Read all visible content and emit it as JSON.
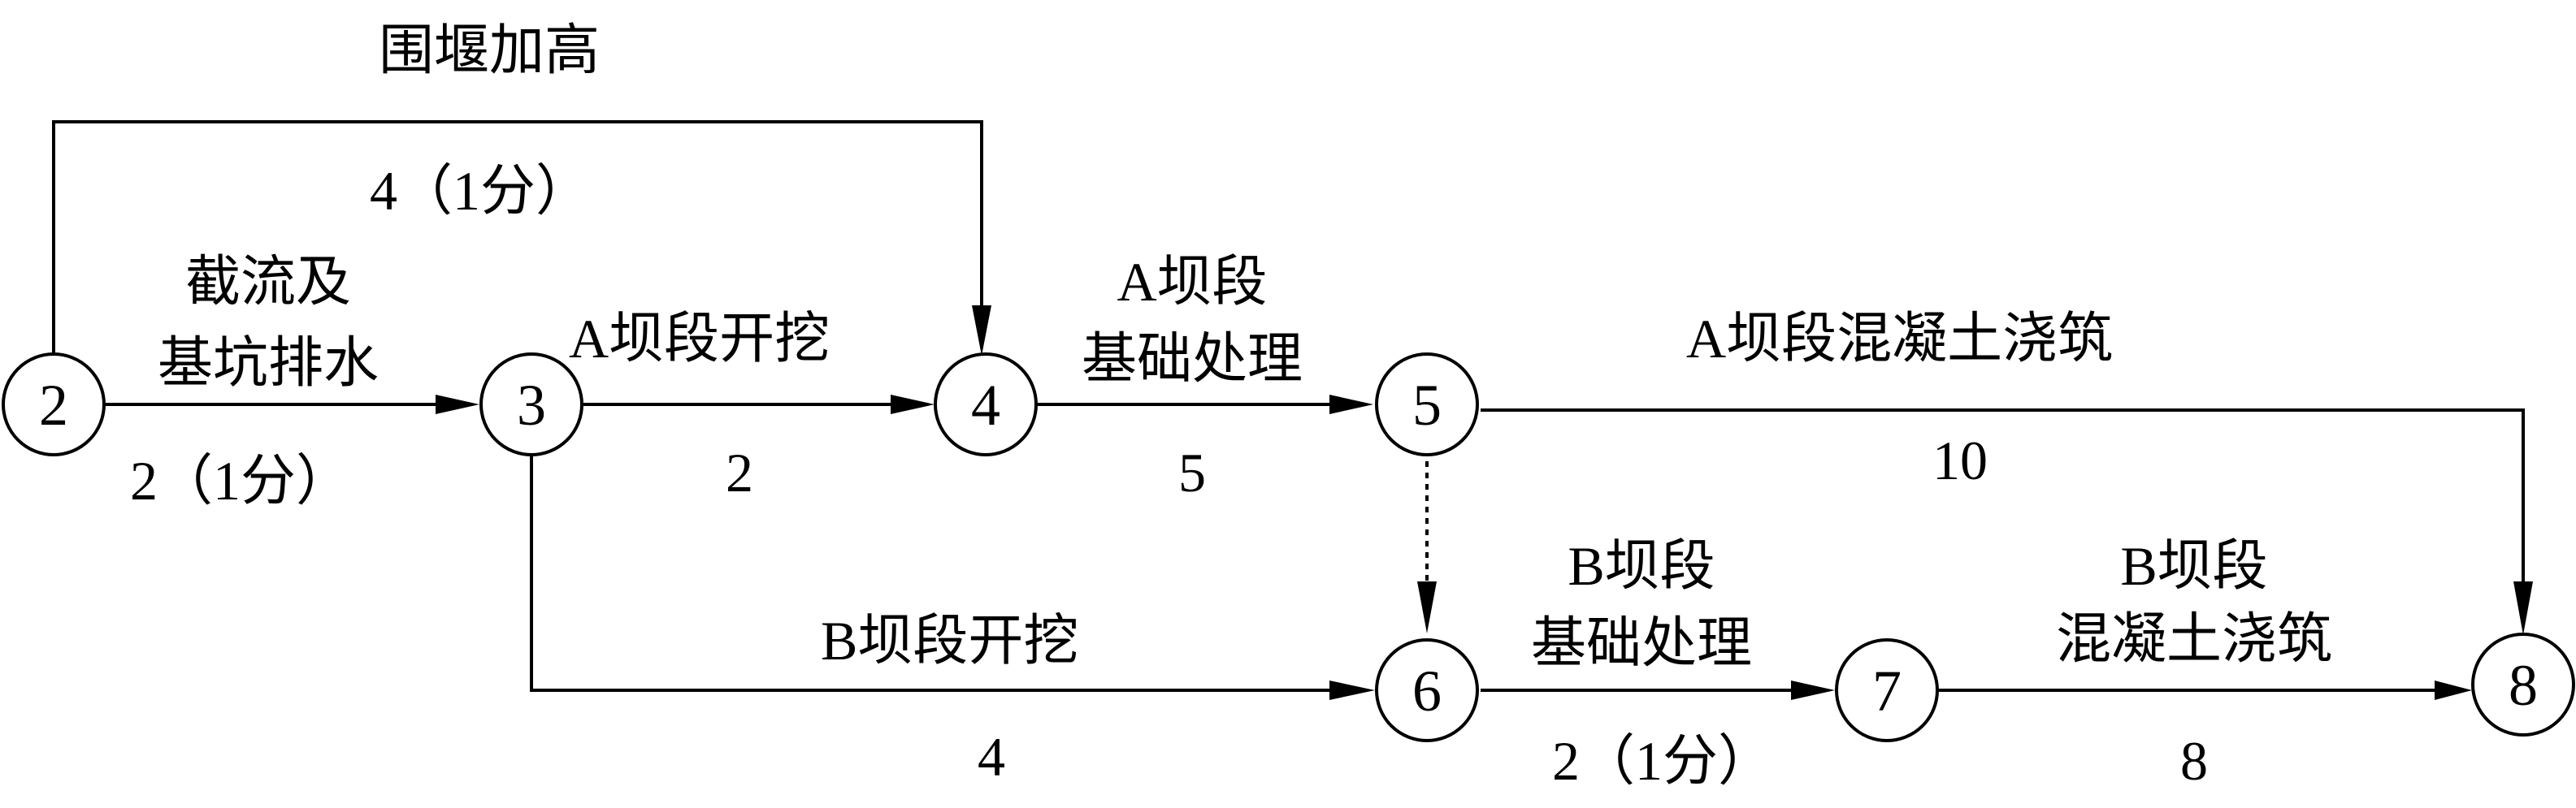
{
  "nodes": [
    {
      "id": "2",
      "label": "2"
    },
    {
      "id": "3",
      "label": "3"
    },
    {
      "id": "4",
      "label": "4"
    },
    {
      "id": "5",
      "label": "5"
    },
    {
      "id": "6",
      "label": "6"
    },
    {
      "id": "7",
      "label": "7"
    },
    {
      "id": "8",
      "label": "8"
    }
  ],
  "edges": {
    "e2_4": {
      "from": "2",
      "to": "4",
      "name": "围堰加高",
      "duration": "4（1分）"
    },
    "e2_3": {
      "from": "2",
      "to": "3",
      "name_line1": "截流及",
      "name_line2": "基坑排水",
      "duration": "2（1分）"
    },
    "e3_4": {
      "from": "3",
      "to": "4",
      "name": "A坝段开挖",
      "duration": "2"
    },
    "e4_5": {
      "from": "4",
      "to": "5",
      "name_line1": "A坝段",
      "name_line2": "基础处理",
      "duration": "5"
    },
    "e5_8": {
      "from": "5",
      "to": "8",
      "name": "A坝段混凝土浇筑",
      "duration": "10"
    },
    "e3_6": {
      "from": "3",
      "to": "6",
      "name": "B坝段开挖",
      "duration": "4"
    },
    "e5_6": {
      "from": "5",
      "to": "6",
      "dummy": true
    },
    "e6_7": {
      "from": "6",
      "to": "7",
      "name_line1": "B坝段",
      "name_line2": "基础处理",
      "duration": "2（1分）"
    },
    "e7_8": {
      "from": "7",
      "to": "8",
      "name_line1": "B坝段",
      "name_line2": "混凝土浇筑",
      "duration": "8"
    }
  }
}
